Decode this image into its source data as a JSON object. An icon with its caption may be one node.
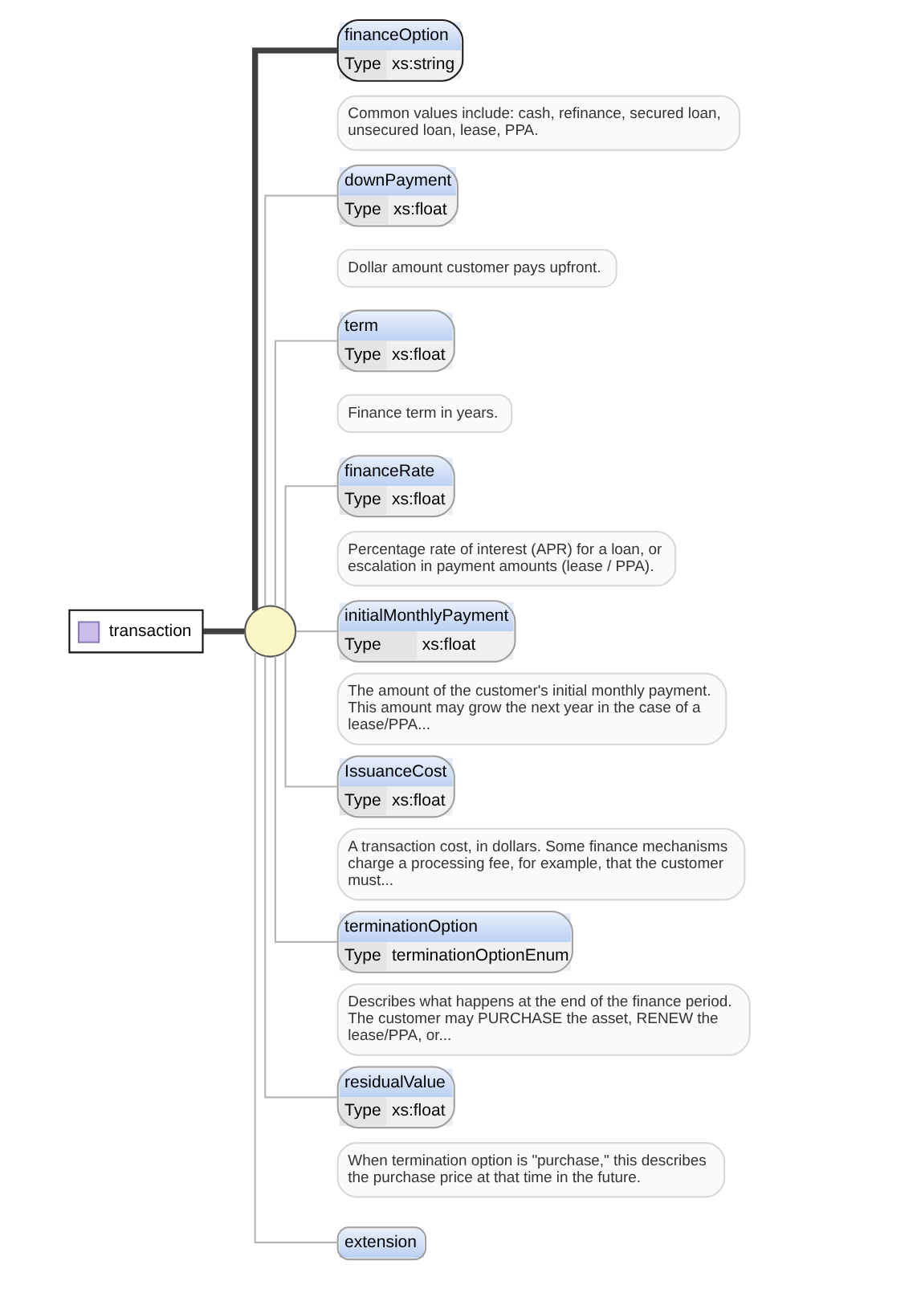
{
  "diagram": {
    "nodes": [
      {
        "text": [
          "transaction"
        ]
      },
      {
        "text": [],
        "shape": "circle"
      },
      {
        "text": [
          "financeOption",
          "Type",
          "xs:string"
        ],
        "beside": [
          "Common values include: cash, refinance, secured loan, unsecured loan, lease, PPA."
        ]
      },
      {
        "text": [
          "downPayment",
          "Type",
          "xs:float"
        ],
        "beside": [
          "Dollar amount customer pays upfront."
        ]
      },
      {
        "text": [
          "term",
          "Type",
          "xs:float"
        ],
        "beside": [
          "Finance term in years."
        ]
      },
      {
        "text": [
          "financeRate",
          "Type",
          "xs:float"
        ],
        "beside": [
          "Percentage rate of interest (APR) for a loan, or escalation in payment amounts (lease / PPA)."
        ]
      },
      {
        "text": [
          "initialMonthlyPayment",
          "Type",
          "xs:float"
        ],
        "beside": [
          "The amount of the customer's initial monthly payment. This amount may grow the next year in the case of a lease/PPA..."
        ]
      },
      {
        "text": [
          "IssuanceCost",
          "Type",
          "xs:float"
        ],
        "beside": [
          "A transaction cost, in dollars. Some finance mechanisms charge a processing fee, for example, that the customer must..."
        ]
      },
      {
        "text": [
          "terminationOption",
          "Type",
          "terminationOptionEnum"
        ],
        "beside": [
          "Describes what happens at the end of the finance period. The customer may PURCHASE the asset, RENEW the lease/PPA, or..."
        ]
      },
      {
        "text": [
          "residualValue",
          "Type",
          "xs:float"
        ],
        "beside": [
          "When termination option is \"purchase,\" this describes the purchase price at that time in the future."
        ]
      },
      {
        "text": [
          "extension"
        ]
      }
    ],
    "edges": [
      {
        "from": 0,
        "to": 1,
        "arrow": "none",
        "style": "thick",
        "color": "#404040"
      },
      {
        "from": 1,
        "to": 2,
        "arrow": "none",
        "style": "thick",
        "color": "#404040"
      },
      {
        "from": 1,
        "to": 3,
        "arrow": "none"
      },
      {
        "from": 1,
        "to": 4,
        "arrow": "none"
      },
      {
        "from": 1,
        "to": 5,
        "arrow": "none"
      },
      {
        "from": 1,
        "to": 6,
        "arrow": "none"
      },
      {
        "from": 1,
        "to": 7,
        "arrow": "none"
      },
      {
        "from": 1,
        "to": 8,
        "arrow": "none"
      },
      {
        "from": 1,
        "to": 9,
        "arrow": "none"
      },
      {
        "from": 1,
        "to": 10,
        "arrow": "none"
      }
    ]
  }
}
